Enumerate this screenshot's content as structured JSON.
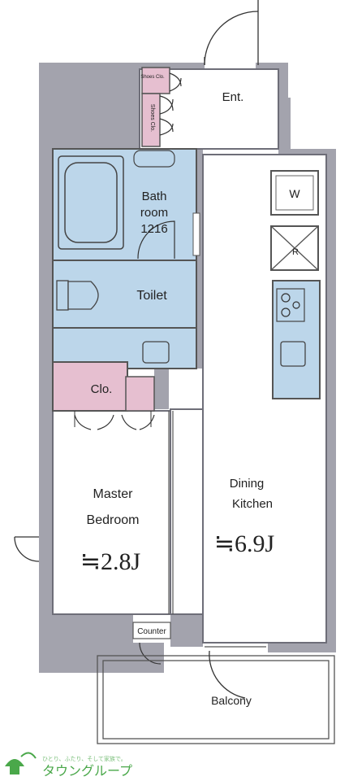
{
  "floorplan": {
    "rooms": {
      "entrance": "Ent.",
      "shoes_closet_1": "Shoes Clo.",
      "shoes_closet_2": "Shoes Clo.",
      "bath_line1": "Bath",
      "bath_line2": "room",
      "bath_line3": "1216",
      "toilet": "Toilet",
      "closet": "Clo.",
      "master_line1": "Master",
      "master_line2": "Bedroom",
      "master_size": "≒2.8J",
      "dining_line1": "Dining",
      "dining_line2": "Kitchen",
      "dining_size": "≒6.9J",
      "counter": "Counter",
      "balcony": "Balcony",
      "washer": "W",
      "refrigerator": "R"
    },
    "logo": {
      "tagline": "ひとり、ふたり、そして家族で。",
      "name": "タウングループ"
    },
    "colors": {
      "wall": "#a3a3ad",
      "wet_area": "#bcd6ea",
      "storage": "#e6bfd0",
      "logo_green": "#4aa84a"
    }
  }
}
